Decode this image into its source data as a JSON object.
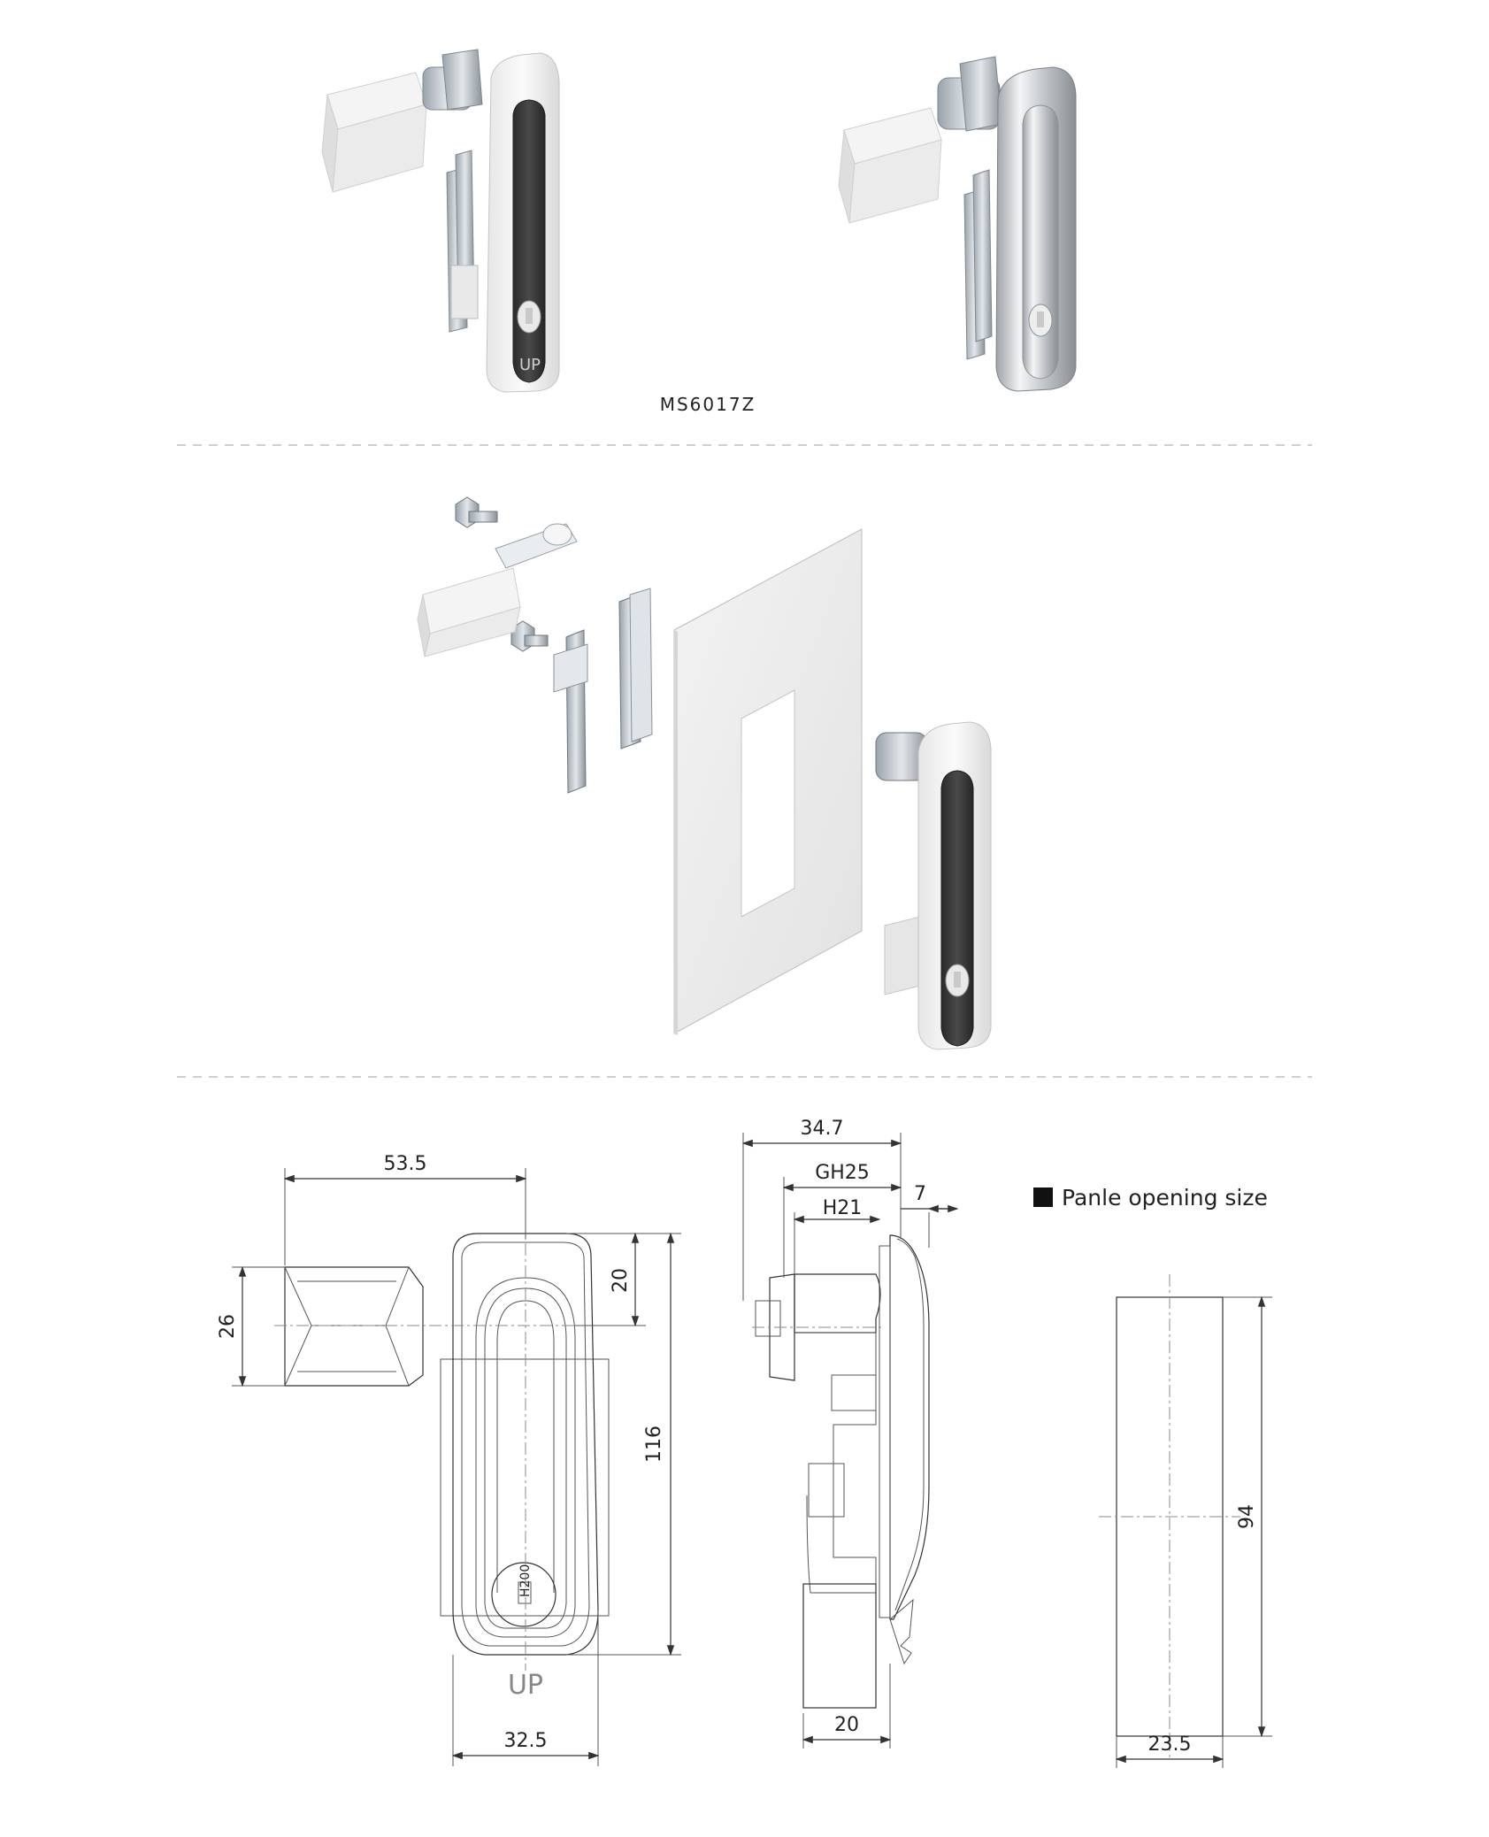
{
  "model_label": "MS6017Z",
  "panel_opening_label": "Panle opening size",
  "handle_marks": {
    "up": "UP",
    "key_code": "H200"
  },
  "front_view_dims": {
    "d_53_5": "53.5",
    "d_26": "26",
    "d_20": "20",
    "d_116": "116",
    "d_32_5": "32.5"
  },
  "side_view_dims": {
    "d_34_7": "34.7",
    "d_gh25": "GH25",
    "d_h21": "H21",
    "d_7": "7",
    "d_20": "20"
  },
  "opening_dims": {
    "d_94": "94",
    "d_23_5": "23.5"
  },
  "colors": {
    "white_finish": "#f2f2f2",
    "chrome_finish": "#d6d9dd",
    "dark_insert": "#3a3a3a",
    "separator": "#cfcfcf",
    "line": "#333333"
  }
}
